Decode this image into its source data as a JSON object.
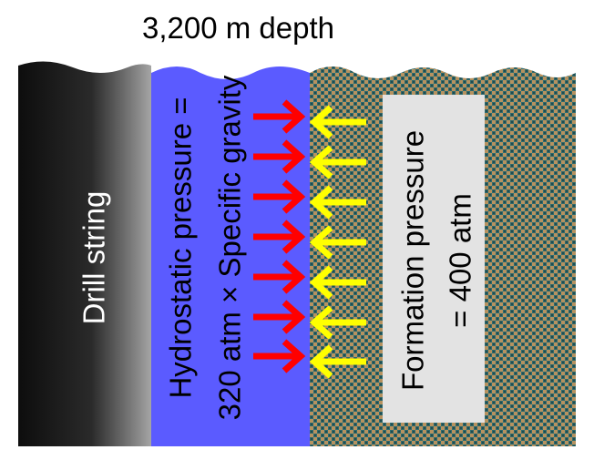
{
  "title": "3,200 m depth",
  "drill_string_label": "Drill string",
  "hydrostatic": {
    "line1": "Hydrostatic pressure =",
    "line2": "320 atm × Specific gravity"
  },
  "formation": {
    "line1": "Formation pressure",
    "line2": "= 400 atm"
  },
  "colors": {
    "drill_dark": "#111111",
    "drill_light": "#9a9a9a",
    "fluid": "#5c5cff",
    "rock_base": "#2f6f6f",
    "rock_dot": "#b48a5a",
    "label_box": "#e6e6e6",
    "hydro_arrow": "#ff0000",
    "formation_arrow": "#ffff00"
  },
  "arrows": {
    "hydrostatic_count": 7,
    "formation_count": 7
  }
}
